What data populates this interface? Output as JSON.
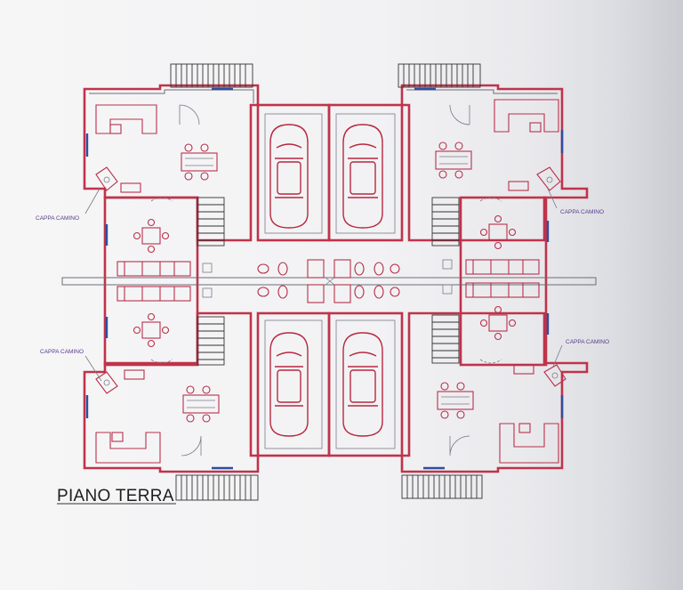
{
  "plan": {
    "title": "PIANO TERRA",
    "labels": {
      "fireplace_hood_1": "CAPPA CAMINO",
      "fireplace_hood_2": "CAPPA CAMINO",
      "fireplace_hood_3": "CAPPA CAMINO",
      "fireplace_hood_4": "CAPPA CAMINO"
    },
    "colors": {
      "walls": "#c0334a",
      "furniture": "#b8304a",
      "windows": "#2c4fa0",
      "labels": "#5a3a8a"
    }
  }
}
